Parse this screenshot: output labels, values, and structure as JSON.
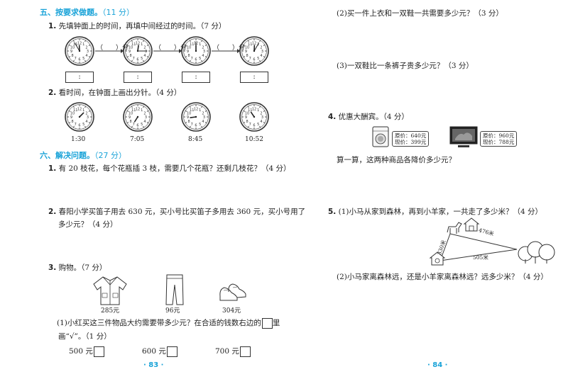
{
  "left": {
    "sec5": {
      "title": "五、按要求做题。",
      "points": "（11 分）"
    },
    "q5_1": {
      "num": "1.",
      "text": "先填钟面上的时间，再填中间经过的时间。（7 分）",
      "interval_label": "（　　）分",
      "colon": ":"
    },
    "q5_2": {
      "num": "2.",
      "text": "看时间，在钟面上画出分针。（4 分）",
      "times": [
        "1:30",
        "7:05",
        "8:45",
        "10:52"
      ]
    },
    "sec6": {
      "title": "六、解决问题。",
      "points": "（27 分）"
    },
    "q6_1": {
      "num": "1.",
      "text": "有 20 枝花，每个花瓶插 3 枝，需要几个花瓶？还剩几枝花？（4 分）"
    },
    "q6_2": {
      "num": "2.",
      "line1": "春阳小学买笛子用去 630 元，买小号比买笛子多用去 360 元，买小号用了",
      "line2": "多少元？（4 分）"
    },
    "q6_3": {
      "num": "3.",
      "text": "购物。（7 分）",
      "prices": [
        "285元",
        "96元",
        "304元"
      ],
      "sub1_a": "(1)小红买这三件物品大约需要带多少元？在合适的钱数右边的",
      "sub1_b": "里",
      "sub1_c": "画“√”。（1 分）",
      "options": [
        "500 元",
        "600 元",
        "700 元"
      ]
    },
    "page_number": "· 83 ·"
  },
  "right": {
    "q3_2": "(2)买一件上衣和一双鞋一共需要多少元？（3 分）",
    "q3_3": "(3)一双鞋比一条裤子贵多少元？（3 分）",
    "q4": {
      "num": "4.",
      "text": "优惠大酬宾。（4 分）",
      "washer_tag": [
        "原价：640元",
        "现价：399元"
      ],
      "tv_tag": [
        "原价：960元",
        "现价：788元"
      ],
      "question": "算一算，这两种商品各降价多少元？"
    },
    "q5": {
      "num": "5.",
      "text": "(1)小马从家到森林，再到小羊家，一共走了多少米？（4 分）",
      "dist_left": "330米",
      "dist_right": "476米",
      "dist_bottom": "505米",
      "sub2": "(2)小马家离森林远，还是小羊家离森林远？远多少米？（4 分）"
    },
    "page_number": "· 84 ·"
  },
  "colors": {
    "accent": "#1aa3d8"
  }
}
